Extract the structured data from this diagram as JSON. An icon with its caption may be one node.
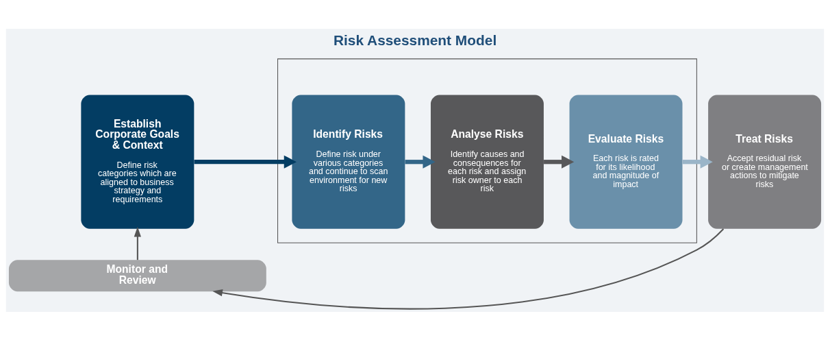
{
  "diagram": {
    "title": "Risk Assessment Model",
    "nodes": [
      {
        "text": [
          "Establish Corporate Goals & Context",
          "Define risk categories which are aligned to business strategy and requirements"
        ]
      },
      {
        "text": [],
        "shape": "box"
      },
      {
        "text": [
          "Identify Risks",
          "Define risk under various categories and continue to scan environment for new risks"
        ],
        "in": 1
      },
      {
        "text": [
          "Analyse Risks",
          "Identify causes and consequences for each risk and assign risk owner to each risk"
        ],
        "in": 1
      },
      {
        "text": [
          "Evaluate Risks",
          "Each risk is rated for its likelihood and magnitude of impact"
        ],
        "in": 1
      },
      {
        "text": [
          "Treat Risks",
          "Accept residual risk or create management actions to mitigate risks"
        ]
      },
      {
        "text": [
          "Monitor and Review"
        ]
      }
    ],
    "edges": [
      {
        "from": 0,
        "to": 2,
        "arrow": "to",
        "color": "#033d63"
      },
      {
        "from": 2,
        "to": 3,
        "arrow": "to",
        "color": "#336688"
      },
      {
        "from": 3,
        "to": 4,
        "arrow": "to",
        "color": "#58585a"
      },
      {
        "from": 4,
        "to": 5,
        "arrow": "to",
        "color": "#9ab5c8"
      },
      {
        "from": 5,
        "to": 6,
        "arrow": "to"
      },
      {
        "from": 6,
        "to": 0,
        "arrow": "to"
      }
    ]
  }
}
